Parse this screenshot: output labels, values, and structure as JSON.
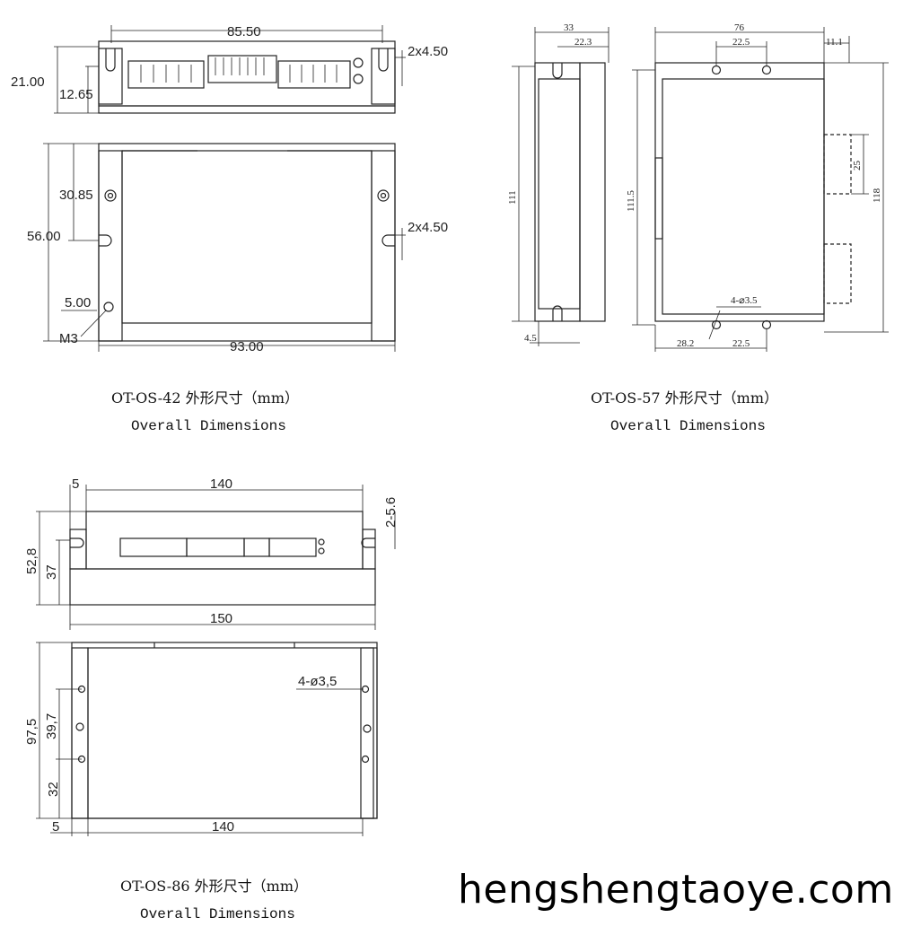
{
  "drawings": {
    "os42": {
      "top_view": {
        "width": "85.50",
        "height": "21.00",
        "inner_height": "12.65",
        "slot": "2x4.50"
      },
      "front_view": {
        "height": "56.00",
        "hole_spacing": "30.85",
        "slot": "2x4.50",
        "hole_offset": "5.00",
        "thread": "M3",
        "width": "93.00"
      },
      "caption_model": "OT-OS-42 外形尺寸（mm）",
      "caption_en": "Overall Dimensions"
    },
    "os57": {
      "side_view": {
        "depth": "33",
        "inner_depth": "22.3",
        "height": "111",
        "hole_offset": "4.5"
      },
      "front_view": {
        "width": "76",
        "hole_spacing_top": "22.5",
        "flange": "11.1",
        "connector": "25",
        "height_outer": "118",
        "height_inner": "111.5",
        "holes": "4-⌀3.5",
        "bottom_offset": "28.2",
        "hole_spacing_bottom": "22.5"
      },
      "caption_model": "OT-OS-57 外形尺寸（mm）",
      "caption_en": "Overall Dimensions"
    },
    "os86": {
      "top_view": {
        "offset": "5",
        "width": "140",
        "slot": "2-5.6",
        "height": "52,8",
        "inner_height": "37",
        "base_width": "150"
      },
      "front_view": {
        "holes": "4-ø3,5",
        "height": "97,5",
        "hole_spacing": "39,7",
        "bottom_offset": "32",
        "side_offset": "5",
        "width": "140"
      },
      "caption_model": "OT-OS-86 外形尺寸（mm）",
      "caption_en": "Overall Dimensions"
    }
  },
  "watermark": "hengshengtaoye.com"
}
